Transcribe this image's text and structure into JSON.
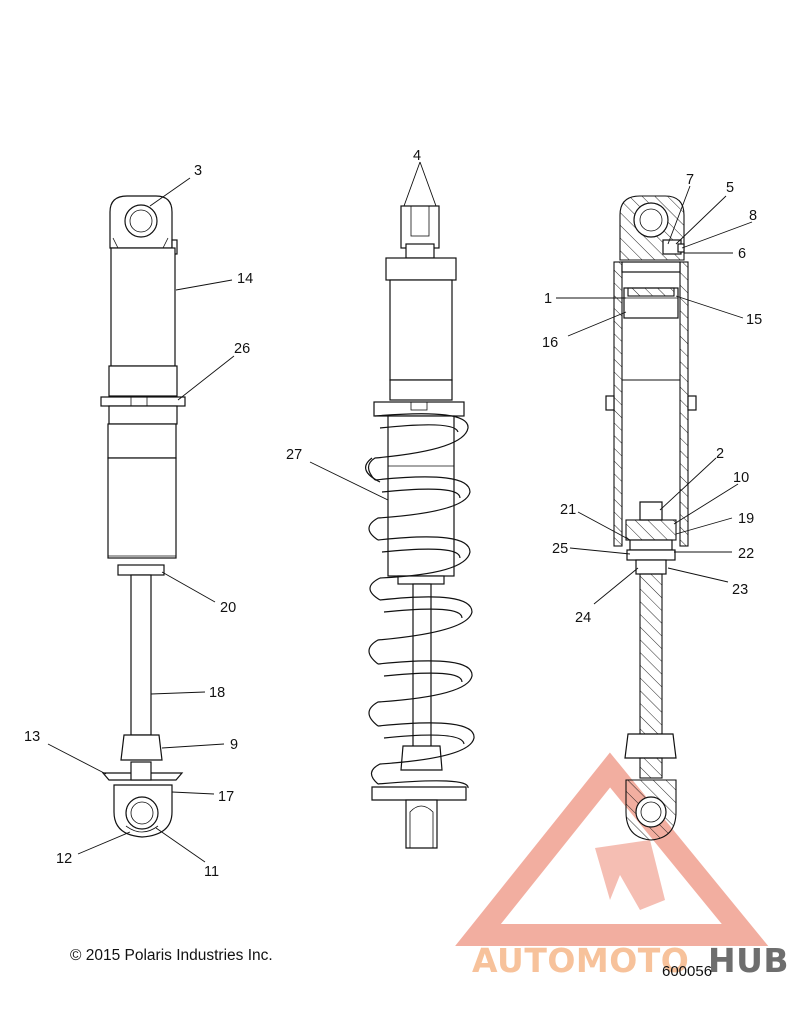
{
  "callouts": {
    "c1": "1",
    "c2": "2",
    "c3": "3",
    "c4": "4",
    "c5": "5",
    "c6": "6",
    "c7": "7",
    "c8": "8",
    "c9": "9",
    "c10": "10",
    "c11": "11",
    "c12": "12",
    "c13": "13",
    "c14": "14",
    "c15": "15",
    "c16": "16",
    "c17": "17",
    "c18": "18",
    "c19": "19",
    "c20": "20",
    "c21": "21",
    "c22": "22",
    "c23": "23",
    "c24": "24",
    "c25": "25",
    "c26": "26",
    "c27": "27"
  },
  "footer": {
    "copyright": "© 2015 Polaris Industries Inc.",
    "figure_number": "600056"
  },
  "watermark": {
    "part1": "AUTOMOTO",
    "part2": "HUB",
    "color_primary": "#f0a090",
    "color_secondary": "#f6c88a",
    "color_tail": "#555555"
  }
}
